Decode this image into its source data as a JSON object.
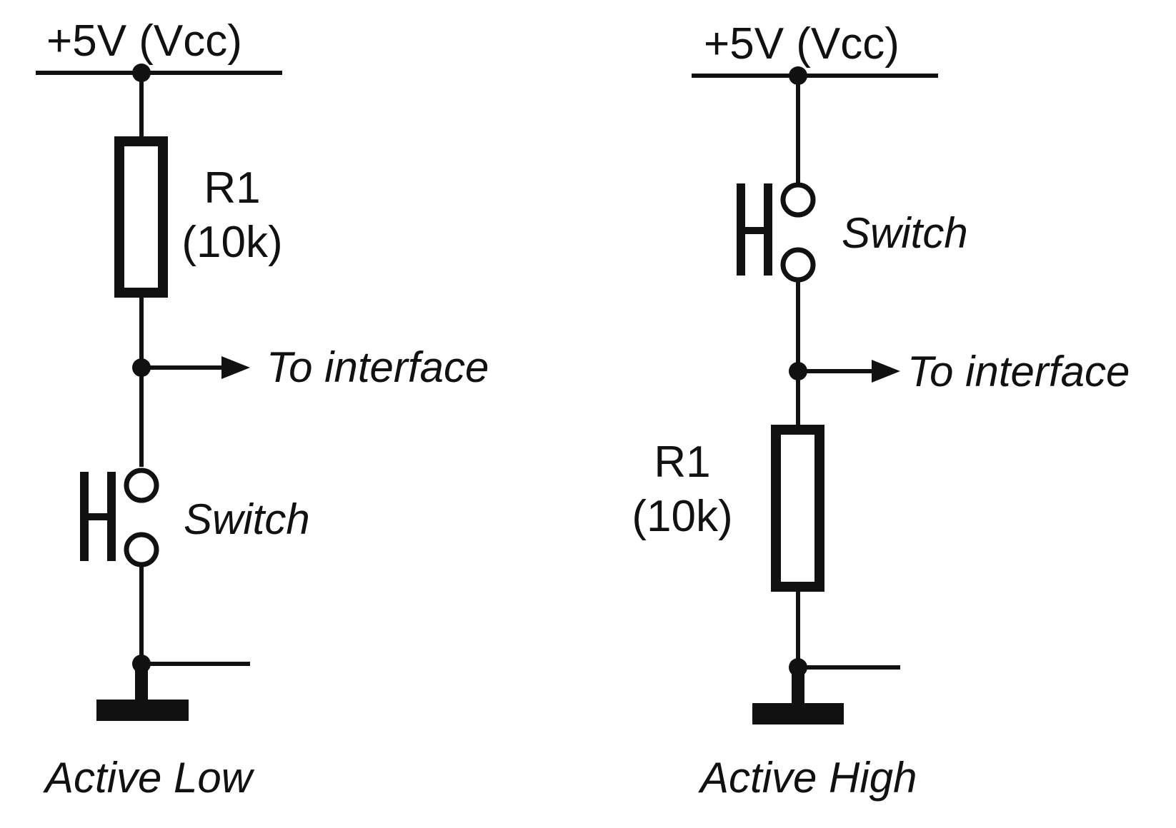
{
  "left_circuit": {
    "supply_label": "+5V (Vcc)",
    "resistor_name": "R1",
    "resistor_value": "(10k)",
    "output_label": "To interface",
    "switch_label": "Switch",
    "caption": "Active Low"
  },
  "right_circuit": {
    "supply_label": "+5V (Vcc)",
    "resistor_name": "R1",
    "resistor_value": "(10k)",
    "output_label": "To interface",
    "switch_label": "Switch",
    "caption": "Active High"
  },
  "colors": {
    "ink": "#111111",
    "background": "#ffffff"
  }
}
